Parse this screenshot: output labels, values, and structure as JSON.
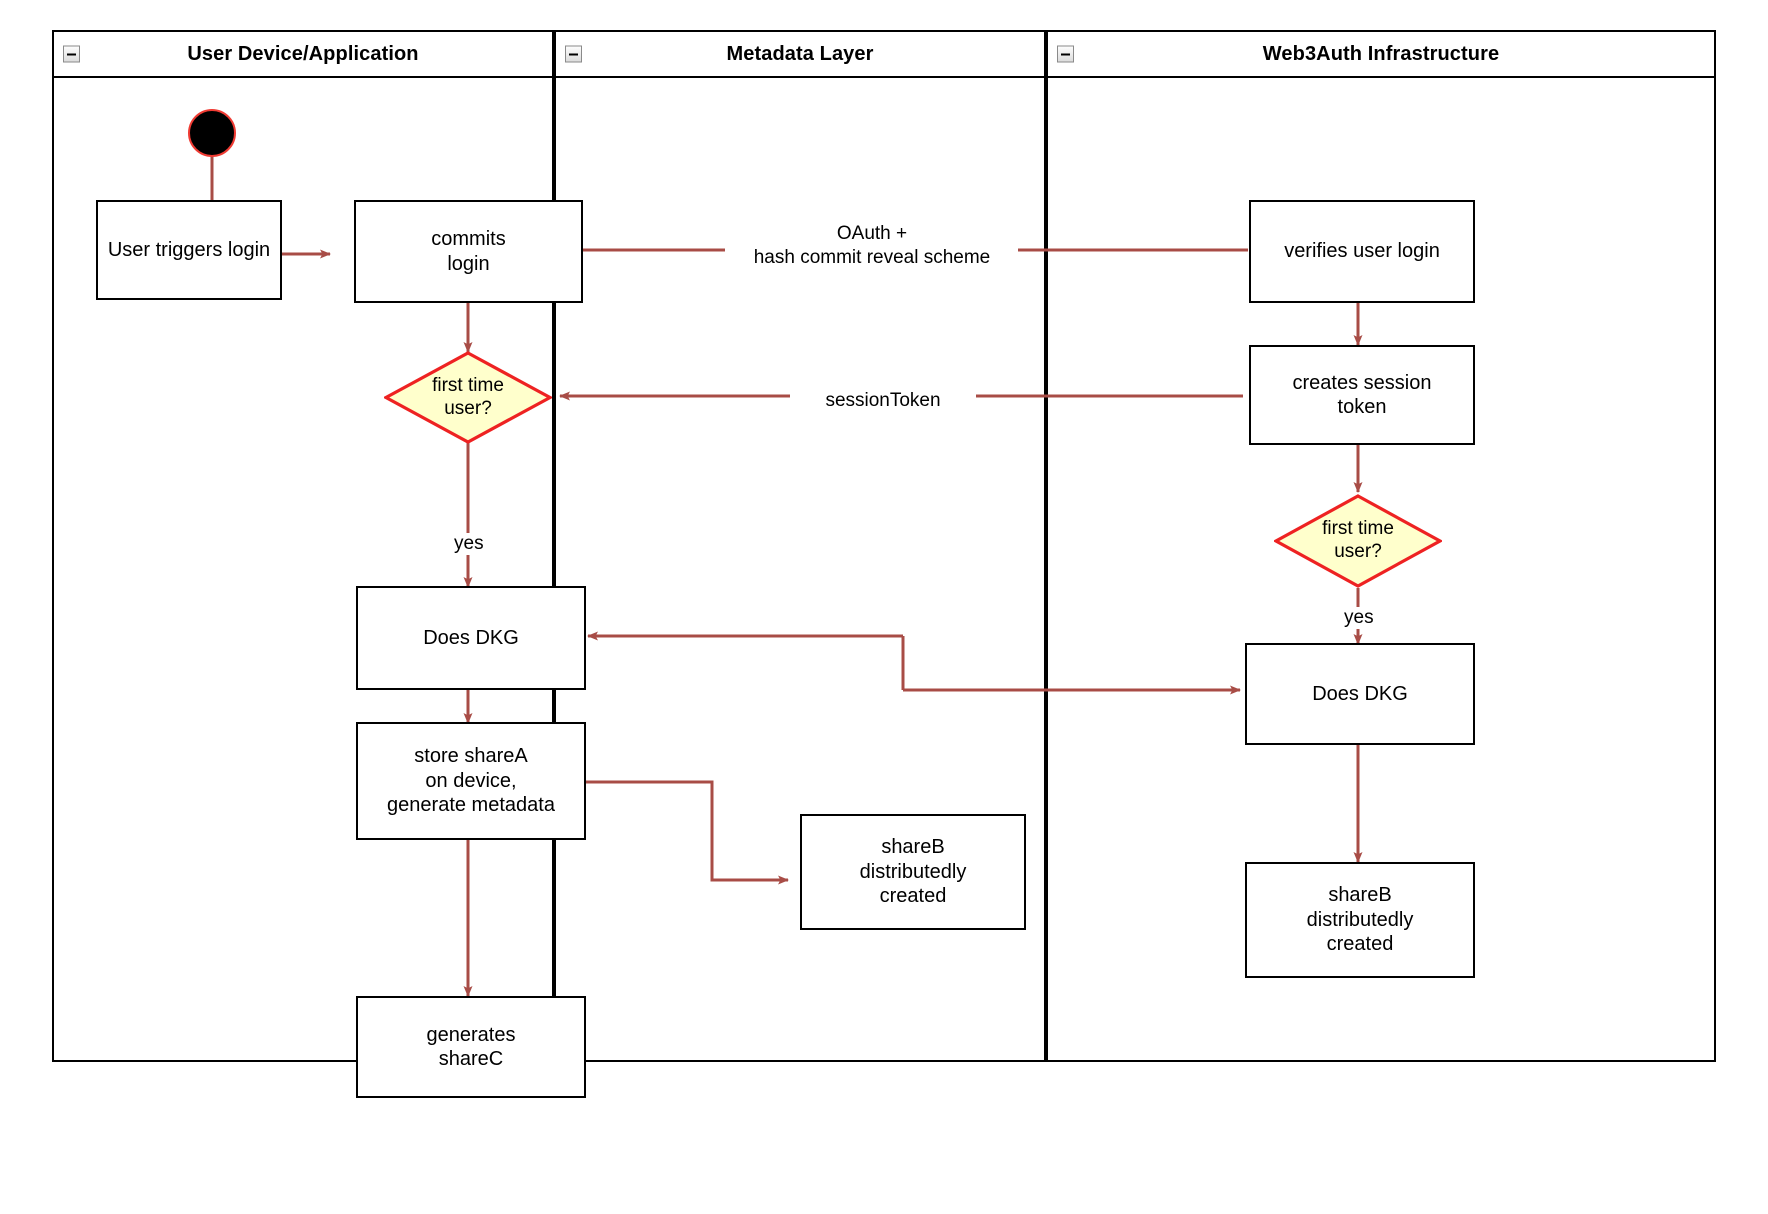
{
  "diagram": {
    "title": "Web3Auth login flow swimlane diagram",
    "colors": {
      "edge": "#a84c46",
      "decision_fill": "#ffffcc",
      "decision_stroke": "#ee2222",
      "node_stroke": "#000000",
      "start_node_fill": "#000000",
      "start_node_stroke": "#ef3b33",
      "lane_stroke": "#000000",
      "background": "#ffffff"
    }
  },
  "lanes": [
    {
      "id": "user-device",
      "title": "User Device/Application",
      "collapse_icon": "minus-icon"
    },
    {
      "id": "metadata-layer",
      "title": "Metadata Layer",
      "collapse_icon": "minus-icon"
    },
    {
      "id": "web3auth",
      "title": "Web3Auth Infrastructure",
      "collapse_icon": "minus-icon"
    }
  ],
  "nodes": {
    "start": {
      "name": "start-node",
      "label": ""
    },
    "user_triggers_login": {
      "label": "User triggers login"
    },
    "commits_login": {
      "label": "commits\nlogin"
    },
    "first_time_user_left": {
      "label": "first time\nuser?"
    },
    "does_dkg_left": {
      "label": "Does DKG"
    },
    "store_sharea": {
      "label": "store shareA\non device,\ngenerate metadata"
    },
    "generates_sharec": {
      "label": "generates\nshareC"
    },
    "shareb_middle": {
      "label": "shareB\ndistributedly\ncreated"
    },
    "verifies_user_login": {
      "label": "verifies user login"
    },
    "creates_session_token": {
      "label": "creates session\ntoken"
    },
    "first_time_user_right": {
      "label": "first time\nuser?"
    },
    "does_dkg_right": {
      "label": "Does DKG"
    },
    "shareb_right": {
      "label": "shareB\ndistributedly\ncreated"
    }
  },
  "edge_labels": {
    "oauth": "OAuth +\nhash commit reveal scheme",
    "oauth_line1": "OAuth +",
    "oauth_line2": "hash commit reveal scheme",
    "session_token": "sessionToken",
    "yes_left": "yes",
    "yes_right": "yes"
  }
}
